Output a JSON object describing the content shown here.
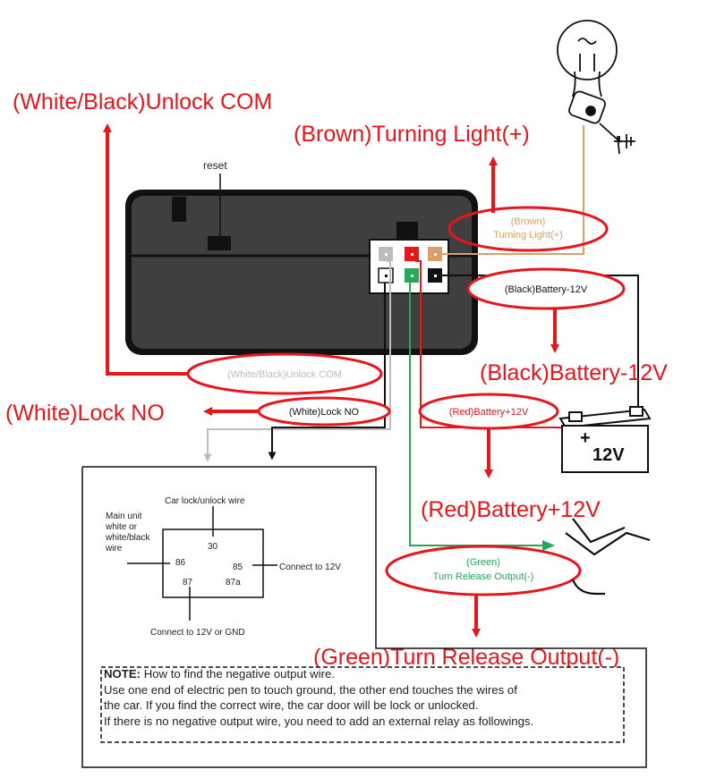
{
  "colors": {
    "red": "#e8151b",
    "brown": "#d9a06a",
    "green": "#2aa65a",
    "gray": "#bdbdbd",
    "black": "#111111",
    "unit_body": "#3f3f3f"
  },
  "labels": {
    "unlock_com_main": "(White/Black)Unlock COM",
    "turning_light_main": "(Brown)Turning Light(+)",
    "battery_neg_main": "(Black)Battery-12V",
    "lock_no_main": "(White)Lock NO",
    "battery_pos_main": "(Red)Battery+12V",
    "turn_release_main": "(Green)Turn Release Output(-)",
    "reset": "reset",
    "turning_light_oval_1": "(Brown)",
    "turning_light_oval_2": "Turning Light(+)",
    "battery_neg_oval": "(Black)Battery-12V",
    "unlock_com_oval": "(White/Black)Unlock COM",
    "lock_no_oval": "(White)Lock NO",
    "battery_pos_oval": "(Red)Battery+12V",
    "turn_release_oval_1": "(Green)",
    "turn_release_oval_2": "Turn Release Output(-)",
    "battery_voltage": "12V",
    "battery_plus": "+"
  },
  "relay": {
    "car_wire_label": "Car lock/unlock wire",
    "main_unit_label_1": "Main unit",
    "main_unit_label_2": "white or",
    "main_unit_label_3": "white/black",
    "main_unit_label_4": "wire",
    "pin_30": "30",
    "pin_86": "86",
    "pin_85": "85",
    "pin_87": "87",
    "pin_87a": "87a",
    "connect_12v": "Connect to 12V",
    "connect_12v_gnd": "Connect to 12V or GND"
  },
  "note": {
    "heading": "NOTE:",
    "heading_rest": " How to find the negative output wire.",
    "line_2": "Use one end of electric pen to touch ground, the other end touches the wires of",
    "line_3": "the car. If you find the correct wire, the car door will be lock or unlocked.",
    "line_4": "If there is no negative output wire, you need to add an external relay as followings."
  }
}
